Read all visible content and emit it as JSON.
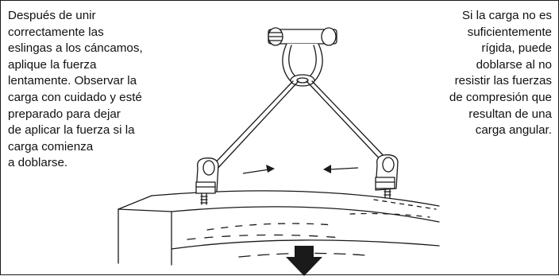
{
  "left_note": {
    "lines": [
      "Después de unir",
      "correctamente las",
      "eslingas a los cáncamos,",
      "aplique la fuerza",
      "lentamente. Observar la",
      "carga con cuidado y esté",
      "preparado para dejar",
      "de aplicar la fuerza si la",
      "carga comienza",
      "a doblarse."
    ]
  },
  "right_note": {
    "lines": [
      "Si la carga no es",
      "suficientemente",
      "rígida, puede",
      "doblarse al no",
      "resistir las fuerzas",
      "de compresión que",
      "resultan de una",
      "carga angular."
    ]
  },
  "illustration": {
    "icons": [
      "shackle-icon",
      "sling-icon",
      "eyebolt-icon",
      "compression-arrow-icon",
      "down-arrow-icon"
    ],
    "line_color": "#1a1a1a",
    "fill_color": "#ffffff"
  }
}
